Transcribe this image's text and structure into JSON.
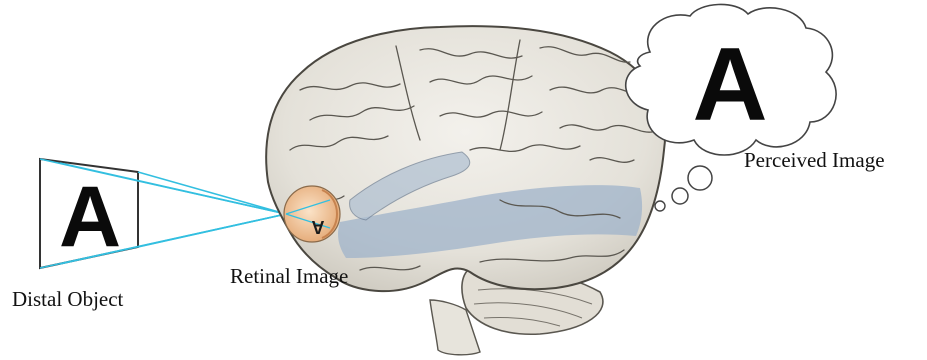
{
  "labels": {
    "distal_object": "Distal Object",
    "retinal_image": "Retinal Image",
    "perceived_image": "Perceived Image"
  },
  "glyphs": {
    "distal_letter": "A",
    "retinal_letter": "A",
    "perceived_letter": "A"
  },
  "colors": {
    "light_rays": "#33bfe0",
    "brain_tissue": "#e9e6df",
    "sulcus_lines": "#5a5750",
    "temporal_highlight": "#9fb3c9",
    "eye": "#f2c9a0"
  }
}
